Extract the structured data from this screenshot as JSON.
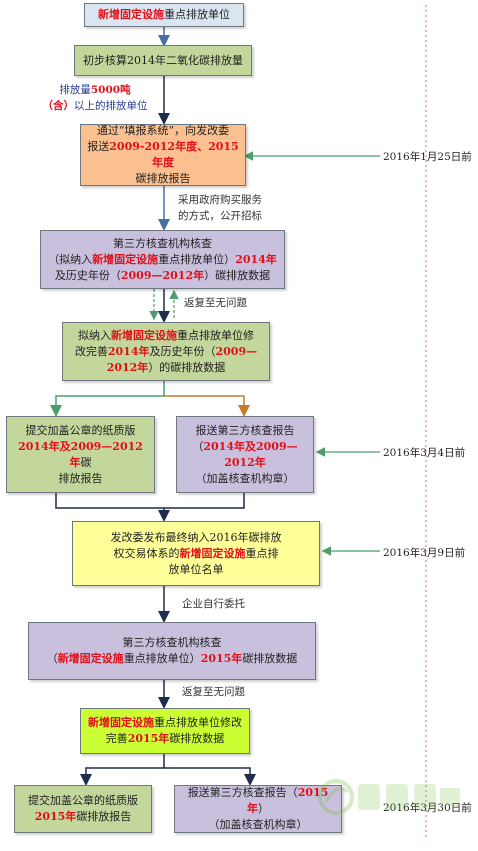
{
  "boxes": {
    "b1": {
      "parts": [
        {
          "t": "新增固定设施",
          "r": true
        },
        {
          "t": "重点排放单位",
          "r": false
        }
      ]
    },
    "b2": {
      "parts": [
        {
          "t": "初步核算2014年二氧化碳排放量",
          "r": false
        }
      ]
    },
    "b3": {
      "lines": [
        [
          {
            "t": "通过“填报系统”，向发改委",
            "r": false
          }
        ],
        [
          {
            "t": "报送",
            "r": false
          },
          {
            "t": "2009-2012年度、2015年度",
            "r": true
          }
        ],
        [
          {
            "t": "碳排放报告",
            "r": false
          }
        ]
      ]
    },
    "b4": {
      "lines": [
        [
          {
            "t": "第三方核查机构核查",
            "r": false
          }
        ],
        [
          {
            "t": "（拟纳入",
            "r": false
          },
          {
            "t": "新增固定设施",
            "r": true
          },
          {
            "t": "重点排放单位）",
            "r": false
          },
          {
            "t": "2014年",
            "r": true
          }
        ],
        [
          {
            "t": "及历史年份（",
            "r": false
          },
          {
            "t": "2009—2012年",
            "r": true
          },
          {
            "t": "）碳排放数据",
            "r": false
          }
        ]
      ]
    },
    "b5": {
      "lines": [
        [
          {
            "t": "拟纳入",
            "r": false
          },
          {
            "t": "新增固定设施",
            "r": true
          },
          {
            "t": "重点排放单位修",
            "r": false
          }
        ],
        [
          {
            "t": "改完善",
            "r": false
          },
          {
            "t": "2014年",
            "r": true
          },
          {
            "t": "及历史年份（",
            "r": false
          },
          {
            "t": "2009—",
            "r": true
          }
        ],
        [
          {
            "t": "2012年",
            "r": true
          },
          {
            "t": "）的碳排放数据",
            "r": false
          }
        ]
      ]
    },
    "b6": {
      "lines": [
        [
          {
            "t": "提交加盖公章的纸质版",
            "r": false
          }
        ],
        [
          {
            "t": "2014年及2009—2012年",
            "r": true
          },
          {
            "t": "碳",
            "r": false
          }
        ],
        [
          {
            "t": "排放报告",
            "r": false
          }
        ]
      ]
    },
    "b7": {
      "lines": [
        [
          {
            "t": "报送第三方核查报告",
            "r": false
          }
        ],
        [
          {
            "t": "（",
            "r": false
          },
          {
            "t": "2014年及2009—2012年",
            "r": true
          }
        ],
        [
          {
            "t": "（加盖核查机构章）",
            "r": false
          }
        ]
      ]
    },
    "b8": {
      "lines": [
        [
          {
            "t": "发改委发布最终纳入2016年碳排放",
            "r": false
          }
        ],
        [
          {
            "t": "权交易体系的",
            "r": false
          },
          {
            "t": "新增固定设施",
            "r": true
          },
          {
            "t": "重点排",
            "r": false
          }
        ],
        [
          {
            "t": "放单位名单",
            "r": false
          }
        ]
      ]
    },
    "b9": {
      "lines": [
        [
          {
            "t": "第三方核查机构核查",
            "r": false
          }
        ],
        [
          {
            "t": "（",
            "r": false
          },
          {
            "t": "新增固定设施",
            "r": true
          },
          {
            "t": "重点排放单位）",
            "r": false
          },
          {
            "t": "2015年",
            "r": true
          },
          {
            "t": "碳排放数据",
            "r": false
          }
        ]
      ]
    },
    "b10": {
      "lines": [
        [
          {
            "t": "新增固定设施",
            "r": true
          },
          {
            "t": "重点排放单位修改",
            "r": false
          }
        ],
        [
          {
            "t": "完善",
            "r": false
          },
          {
            "t": "2015年",
            "r": true
          },
          {
            "t": "碳排放数据",
            "r": false
          }
        ]
      ]
    },
    "b11": {
      "lines": [
        [
          {
            "t": "提交加盖公章的纸质版",
            "r": false
          }
        ],
        [
          {
            "t": "2015年",
            "r": true
          },
          {
            "t": "碳排放报告",
            "r": false
          }
        ]
      ]
    },
    "b12": {
      "lines": [
        [
          {
            "t": "报送第三方核查报告（",
            "r": false
          },
          {
            "t": "2015年",
            "r": true
          },
          {
            "t": "）",
            "r": false
          }
        ],
        [
          {
            "t": "（加盖核查机构章）",
            "r": false
          }
        ]
      ]
    }
  },
  "notes": {
    "n1_line1": "排放量",
    "n1_line1_red": "5000吨",
    "n1_line2_red": "（含）",
    "n1_line2": "以上的排放单位",
    "n2_line1": "采用政府购买服务",
    "n2_line2": "的方式，公开招标",
    "n3": "返复至无问题",
    "n4": "企业自行委托",
    "n5": "返复至无问题"
  },
  "dates": {
    "d1": "2016年1月25日前",
    "d2": "2016年3月4日前",
    "d3": "2016年3月9日前",
    "d4": "2016年3月30日前"
  },
  "watermark": "碳排放交易网",
  "colors": {
    "red_text": "#e0101a",
    "box_blue": "#dbe5f1",
    "box_green": "#c3d69b",
    "box_orange": "#fac090",
    "box_purple": "#c9c0dd",
    "box_yellow": "#ffff99",
    "box_lime": "#ccff33",
    "arrow_green": "#4b9e6b",
    "arrow_dark": "#1f2d4d",
    "arrow_blue": "#4a6fa5",
    "arrow_orange": "#c47c2a",
    "dotted_red": "#e0607a"
  }
}
